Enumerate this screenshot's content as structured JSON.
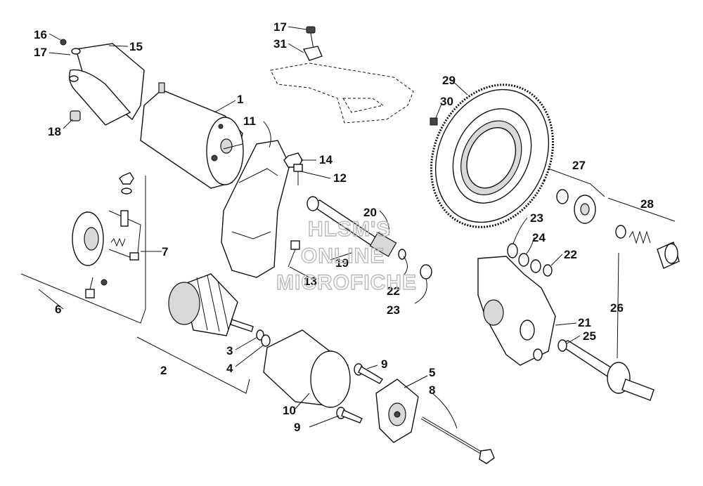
{
  "diagram": {
    "callouts": [
      {
        "id": "c16a",
        "text": "16"
      },
      {
        "id": "c17a",
        "text": "17"
      },
      {
        "id": "c15",
        "text": "15"
      },
      {
        "id": "c18",
        "text": "18"
      },
      {
        "id": "c17b",
        "text": "17"
      },
      {
        "id": "c31",
        "text": "31"
      },
      {
        "id": "c1",
        "text": "1"
      },
      {
        "id": "c11",
        "text": "11"
      },
      {
        "id": "c14",
        "text": "14"
      },
      {
        "id": "c12",
        "text": "12"
      },
      {
        "id": "c29",
        "text": "29"
      },
      {
        "id": "c30",
        "text": "30"
      },
      {
        "id": "c27",
        "text": "27"
      },
      {
        "id": "c28",
        "text": "28"
      },
      {
        "id": "c7",
        "text": "7"
      },
      {
        "id": "c6",
        "text": "6"
      },
      {
        "id": "c20",
        "text": "20"
      },
      {
        "id": "c19",
        "text": "19"
      },
      {
        "id": "c13",
        "text": "13"
      },
      {
        "id": "c22a",
        "text": "22"
      },
      {
        "id": "c23a",
        "text": "23"
      },
      {
        "id": "c23b",
        "text": "23"
      },
      {
        "id": "c24",
        "text": "24"
      },
      {
        "id": "c22b",
        "text": "22"
      },
      {
        "id": "c26",
        "text": "26"
      },
      {
        "id": "c21",
        "text": "21"
      },
      {
        "id": "c25",
        "text": "25"
      },
      {
        "id": "c3",
        "text": "3"
      },
      {
        "id": "c4",
        "text": "4"
      },
      {
        "id": "c2",
        "text": "2"
      },
      {
        "id": "c9a",
        "text": "9"
      },
      {
        "id": "c5",
        "text": "5"
      },
      {
        "id": "c8",
        "text": "8"
      },
      {
        "id": "c10",
        "text": "10"
      },
      {
        "id": "c9b",
        "text": "9"
      }
    ],
    "watermark": [
      "HLSM'S",
      "ONLINE",
      "MICROFICHE"
    ]
  }
}
